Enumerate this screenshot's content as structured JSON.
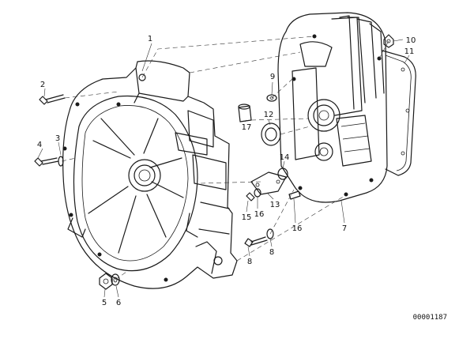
{
  "diagram": {
    "reference_number": "00001187",
    "callouts": [
      {
        "id": "c1",
        "label": "1"
      },
      {
        "id": "c2",
        "label": "2"
      },
      {
        "id": "c3",
        "label": "3"
      },
      {
        "id": "c4",
        "label": "4"
      },
      {
        "id": "c5",
        "label": "5"
      },
      {
        "id": "c6",
        "label": "6"
      },
      {
        "id": "c7",
        "label": "7"
      },
      {
        "id": "c8a",
        "label": "8"
      },
      {
        "id": "c8b",
        "label": "8"
      },
      {
        "id": "c9",
        "label": "9"
      },
      {
        "id": "c10",
        "label": "10"
      },
      {
        "id": "c11",
        "label": "11"
      },
      {
        "id": "c12",
        "label": "12"
      },
      {
        "id": "c13",
        "label": "13"
      },
      {
        "id": "c14",
        "label": "14"
      },
      {
        "id": "c15",
        "label": "15"
      },
      {
        "id": "c16a",
        "label": "16"
      },
      {
        "id": "c16b",
        "label": "16"
      },
      {
        "id": "c17",
        "label": "17"
      }
    ]
  }
}
